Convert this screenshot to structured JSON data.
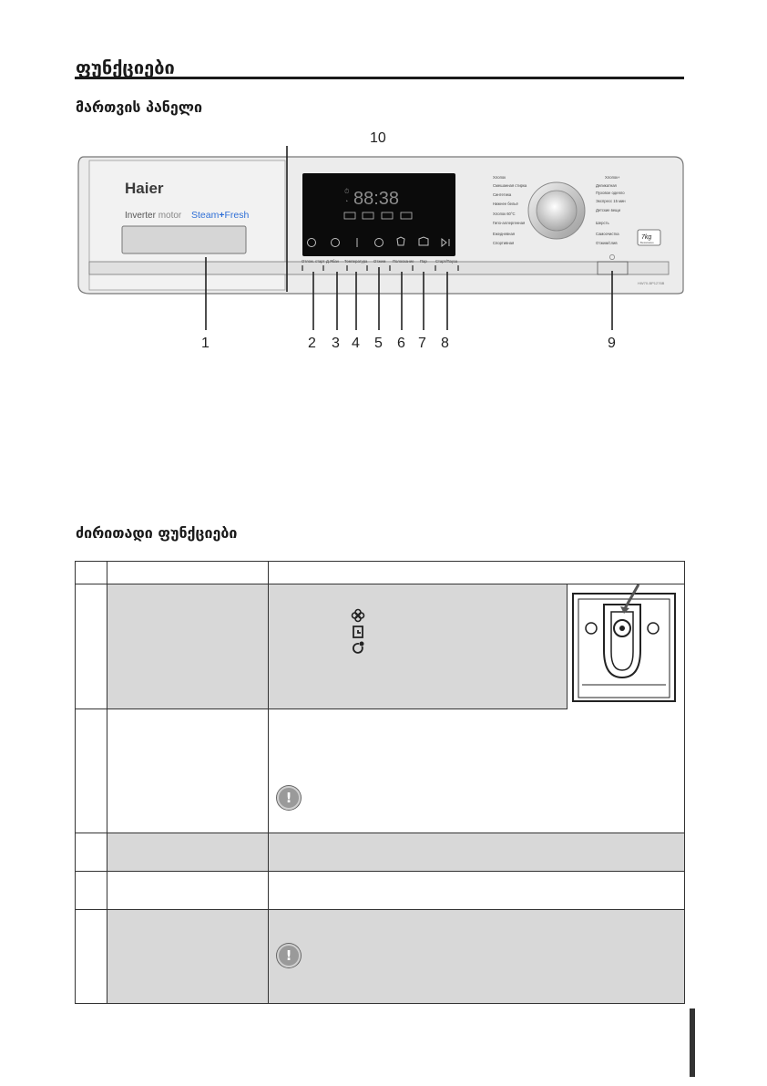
{
  "header": {
    "title": "ფუნქციები",
    "subtitle_panel": "მართვის პანელი",
    "subtitle_functions": "ძირითადი ფუნქციები"
  },
  "panel": {
    "brand": "Haier",
    "inverter": "Inverter",
    "motor": "motor",
    "steam": "Steam",
    "plus": "+",
    "fresh": "Fresh",
    "display_time": "88:38",
    "capacity_top": "7kg",
    "capacity_bottom": "Безопасно",
    "model": "HW70-BP1276B",
    "button_labels": [
      "Отлож. старт",
      "Д.Ябан",
      "Температура",
      "Отжим",
      "Полоскание",
      "Пар",
      "Старт/Пауза"
    ],
    "programs_left": [
      "Хлопок",
      "Смешанная стирка",
      "Синтетика",
      "Нижнее бельё",
      "Хлопок 60°C",
      "Гипо-аллергенная",
      "Ежедневная",
      "Спортивная"
    ],
    "programs_right": [
      "Хлопок+",
      "Деликатная",
      "Пуховое одеяло",
      "Экспресс 15 мин",
      "Детские вещи",
      "Шерсть",
      "Самоочистка",
      "Отжим/слив"
    ],
    "callouts": [
      "1",
      "2",
      "3",
      "4",
      "5",
      "6",
      "7",
      "8",
      "9",
      "10"
    ]
  },
  "table": {
    "rows": 6
  },
  "colors": {
    "text": "#1a1a1a",
    "brand_blue": "#2f6fd6",
    "panel_gray": "#e6e6e6",
    "display_black": "#0b0b0b",
    "cell_gray": "#d8d8d8"
  }
}
